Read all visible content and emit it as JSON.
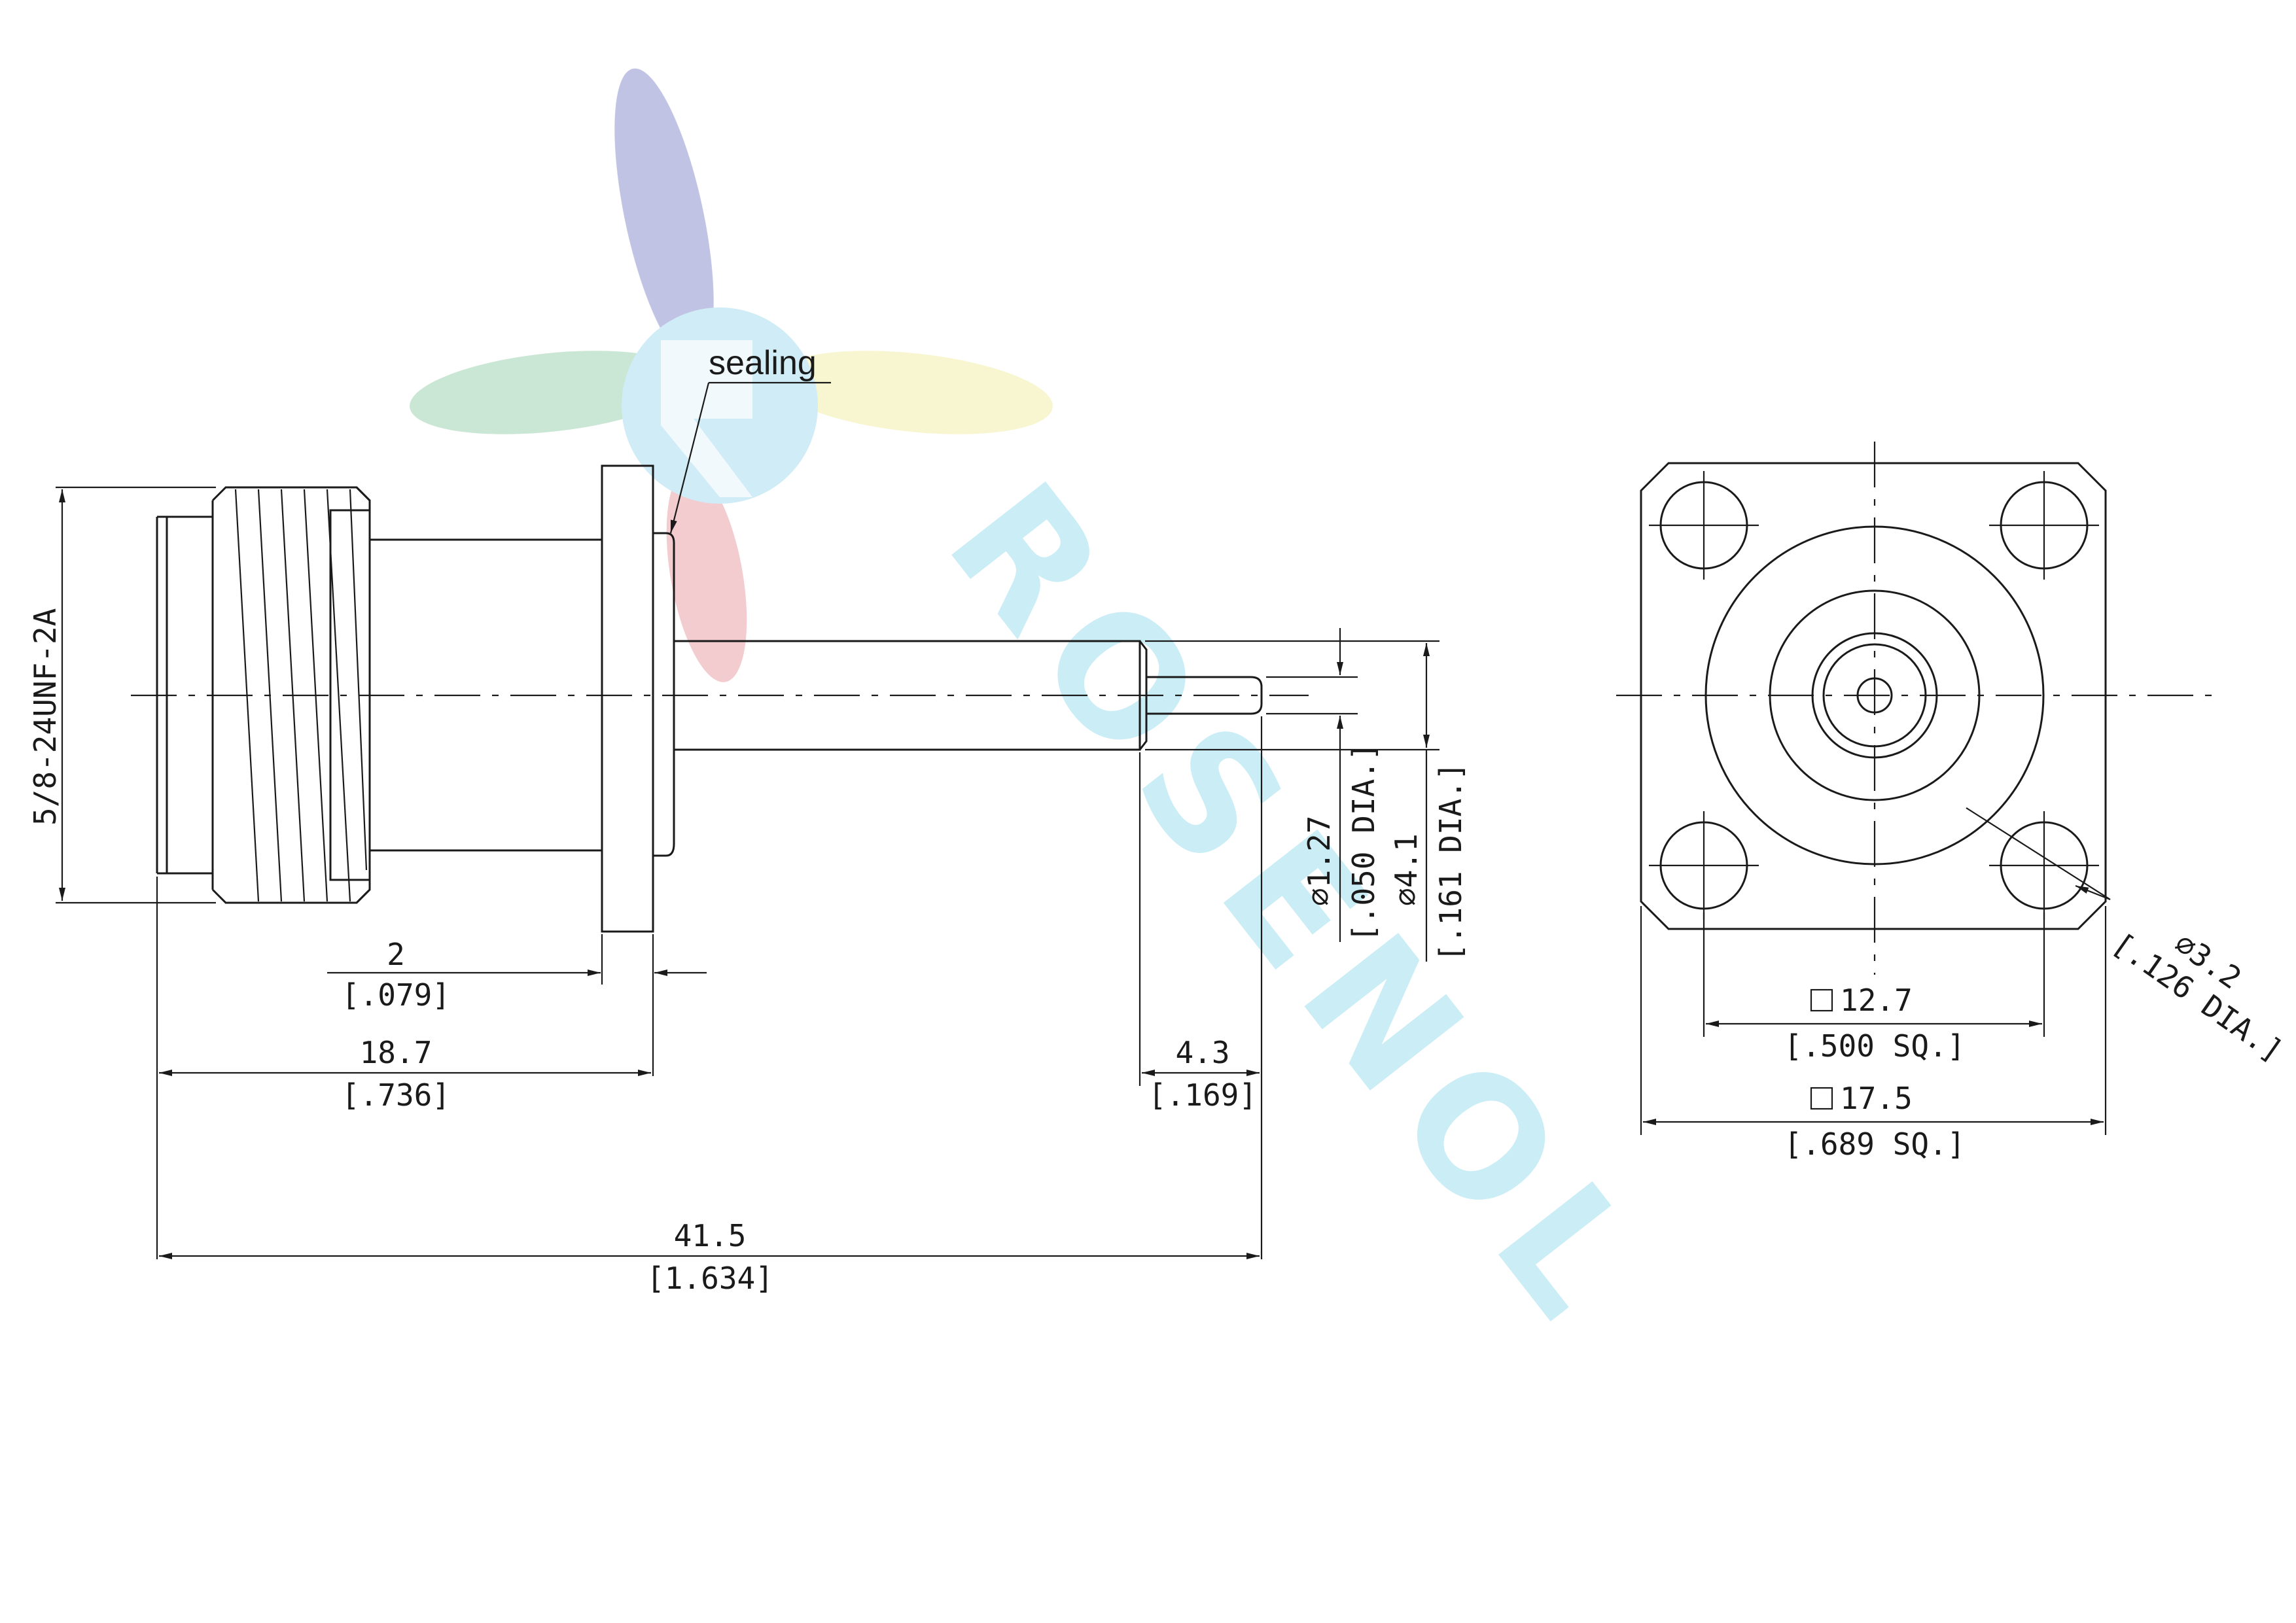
{
  "logo": {
    "text": "ROSENOL",
    "colors": [
      "#8e92d0",
      "#9fd3b2",
      "#f3eeaa",
      "#e9a3a8",
      "#a9dcef"
    ]
  },
  "thread_spec": "5/8-24UNF-2A",
  "sealing_label": "sealing",
  "dims": {
    "flange_thk": {
      "mm": "2",
      "in": "[.079]"
    },
    "body_len": {
      "mm": "18.7",
      "in": "[.736]"
    },
    "pin_len": {
      "mm": "4.3",
      "in": "[.169]"
    },
    "overall_len": {
      "mm": "41.5",
      "in": "[1.634]"
    },
    "pin_dia": {
      "mm": "⌀1.27",
      "in": "[.050 DIA.]"
    },
    "shank_dia": {
      "mm": "⌀4.1",
      "in": "[.161 DIA.]"
    },
    "hole_spacing": {
      "mm": "12.7",
      "in": "[.500 SQ.]"
    },
    "flange_size": {
      "mm": "17.5",
      "in": "[.689 SQ.]"
    },
    "hole_dia": {
      "mm": "⌀3.2",
      "in": "[.126 DIA.]"
    }
  }
}
